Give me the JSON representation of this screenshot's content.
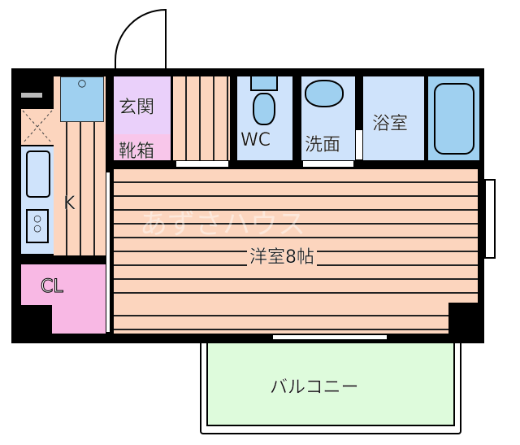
{
  "rooms": {
    "entrance": "玄関",
    "shoe_box": "靴箱",
    "wc": "WC",
    "washroom": "洗面",
    "bathroom": "浴室",
    "kitchen": "K",
    "western_room": "洋室8帖",
    "closet": "CL",
    "balcony": "バルコニー"
  },
  "watermark": "あずさハウス",
  "colors": {
    "floor": "#fcd5be",
    "wet_area": "#cfe3fb",
    "entrance": "#ead0fa",
    "closet": "#f8b8e4",
    "balcony": "#defbdc",
    "wall": "#000000"
  }
}
